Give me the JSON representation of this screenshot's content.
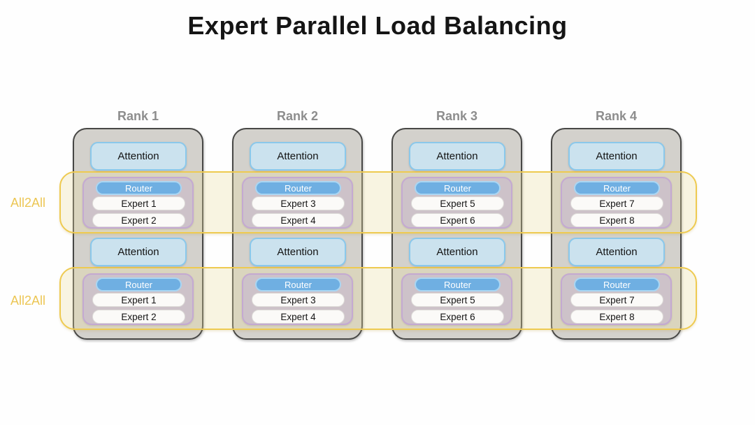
{
  "title": "Expert Parallel Load Balancing",
  "labels": {
    "attention": "Attention",
    "router": "Router"
  },
  "all2all": {
    "top_label": "All2All",
    "bottom_label": "All2All"
  },
  "ranks": [
    {
      "label": "Rank 1",
      "experts": [
        "Expert 1",
        "Expert 2"
      ]
    },
    {
      "label": "Rank 2",
      "experts": [
        "Expert 3",
        "Expert 4"
      ]
    },
    {
      "label": "Rank 3",
      "experts": [
        "Expert 5",
        "Expert 6"
      ]
    },
    {
      "label": "Rank 4",
      "experts": [
        "Expert 7",
        "Expert 8"
      ]
    }
  ],
  "colors": {
    "rank_fill": "#d3d1cc",
    "rank_border": "#474745",
    "rank_label_text": "#8d8d8d",
    "attention_fill": "#cbe2ee",
    "attention_border": "#8ac8eb",
    "moe_group_fill": "#cdc2c9",
    "moe_group_border": "#c4a9d2",
    "router_fill": "#6fafe2",
    "router_border": "#a9d6f3",
    "router_text": "#ffffff",
    "expert_fill": "#fbfaf8",
    "band_border": "#eeca50",
    "band_fill": "rgba(235,222,160,0.30)",
    "all2all_text": "#ecc654",
    "title_text": "#151515"
  }
}
